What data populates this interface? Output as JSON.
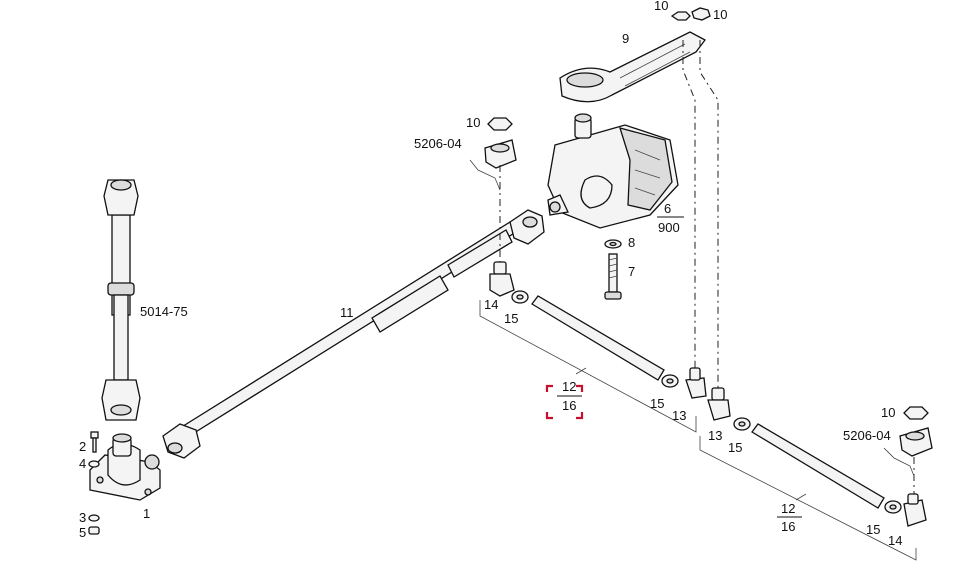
{
  "labels": {
    "p1": "1",
    "p2": "2",
    "p3": "3",
    "p4": "4",
    "p5": "5",
    "p6_top": "6",
    "p6_bottom": "900",
    "p7": "7",
    "p8": "8",
    "p9": "9",
    "p10a": "10",
    "p10b": "10",
    "p10c": "10",
    "p10d": "10",
    "p11": "11",
    "p12a_top": "12",
    "p12a_bottom": "16",
    "p12b_top": "12",
    "p12b_bottom": "16",
    "p13a": "13",
    "p13b": "13",
    "p14a": "14",
    "p14b": "14",
    "p15a": "15",
    "p15b": "15",
    "p15c": "15",
    "p15d": "15",
    "ref_5014": "5014-75",
    "ref_5206a": "5206-04",
    "ref_5206b": "5206-04"
  },
  "colors": {
    "highlight": "#c8102e",
    "ink": "#111111"
  }
}
